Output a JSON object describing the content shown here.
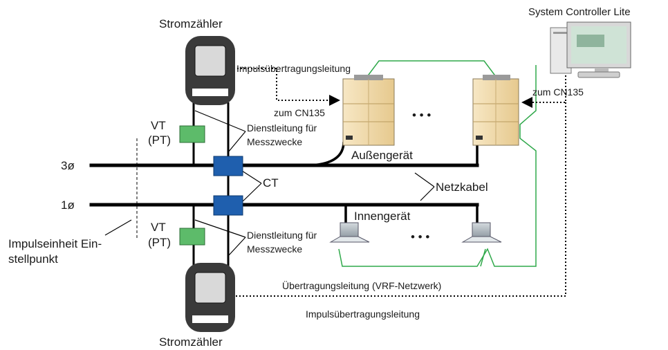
{
  "labels": {
    "meter_top": "Stromzähler",
    "meter_bottom": "Stromzähler",
    "pulse_line_top": "Impulsübertragungsleitung",
    "pulse_line_bottom": "Impulsübertragungsleitung",
    "cn135_left": "zum CN135",
    "cn135_right": "zum CN135",
    "system_controller": "System Controller Lite",
    "vt_top_1": "VT",
    "vt_top_2": "(PT)",
    "vt_bottom_1": "VT",
    "vt_bottom_2": "(PT)",
    "service_top_1": "Dienstleitung für",
    "service_top_2": "Messzwecke",
    "service_bottom_1": "Dienstleitung für",
    "service_bottom_2": "Messzwecke",
    "three_phase": "3ø",
    "one_phase": "1ø",
    "ct": "CT",
    "power_cable": "Netzkabel",
    "outdoor_unit": "Außengerät",
    "indoor_unit": "Innengerät",
    "pulse_unit_1": "Impulseinheit Ein-",
    "pulse_unit_2": "stellpunkt",
    "transmission_line": "Übertragungsleitung (VRF-Netzwerk)",
    "ellipsis_outdoor": "• • •",
    "ellipsis_indoor": "• • •"
  },
  "colors": {
    "power_line": "#000000",
    "network_line": "#2fa84a",
    "vt_box": "#5dbb6a",
    "ct_box": "#1f5fae",
    "meter_body": "#3a3a3a",
    "outdoor_unit": "#f2dcb0",
    "indoor_unit": "#b9c2c9"
  },
  "icons": {
    "meter": "electricity-meter-icon",
    "outdoor": "vrf-outdoor-unit-icon",
    "indoor": "ceiling-cassette-indoor-unit-icon",
    "controller": "desktop-computer-icon"
  }
}
